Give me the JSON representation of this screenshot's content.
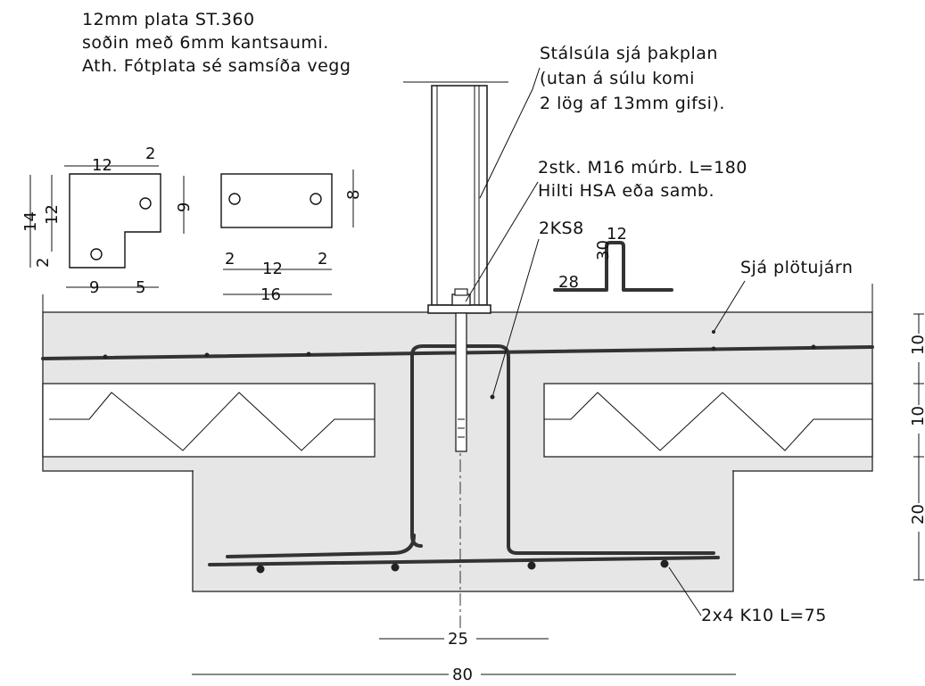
{
  "notes": {
    "plate_line1": "12mm plata ST.360",
    "plate_line2": "soðin með 6mm kantsaumi.",
    "plate_line3": "Ath. Fótplata sé samsíða vegg",
    "column_line1": "Stálsúla sjá þakplan",
    "column_line2": "(utan á súlu komi",
    "column_line3": "2 lög af 13mm gifsi).",
    "anchor_line1": "2stk. M16 múrb. L=180",
    "anchor_line2": "Hilti HSA eða samb.",
    "stirrup_label": "2KS8",
    "plate_iron": "Sjá plötujárn",
    "bottom_bars": "2x4 K10 L=75"
  },
  "plate_l": {
    "top_a": "12",
    "top_b": "2",
    "right": "9",
    "left_outer": "14",
    "left_inner": "12",
    "left_low": "2",
    "bottom_a": "9",
    "bottom_b": "5"
  },
  "plate_rect": {
    "right": "8",
    "mid_a": "2",
    "mid_b": "12",
    "mid_c": "2",
    "total": "16"
  },
  "stirrup_dims": {
    "top": "12",
    "leg": "30",
    "foot": "28"
  },
  "section_dims": {
    "inner": "25",
    "overall": "80",
    "h1": "10",
    "h2": "10",
    "h3": "20"
  },
  "colors": {
    "line": "#111111",
    "concrete": "#e6e6e6",
    "background": "#ffffff"
  }
}
